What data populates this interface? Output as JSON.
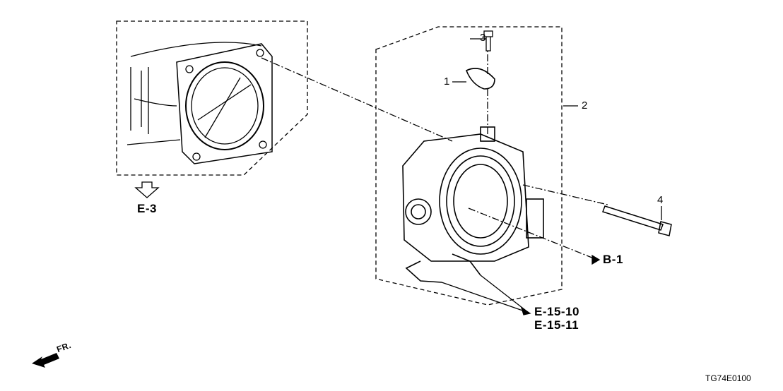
{
  "callouts": {
    "p1": "1",
    "p2": "2",
    "p3": "3",
    "p4": "4"
  },
  "references": {
    "e3": "E-3",
    "b1": "B-1",
    "e1510": "E-15-10",
    "e1511": "E-15-11"
  },
  "front_label": "FR.",
  "diagram_code": "TG74E0100"
}
